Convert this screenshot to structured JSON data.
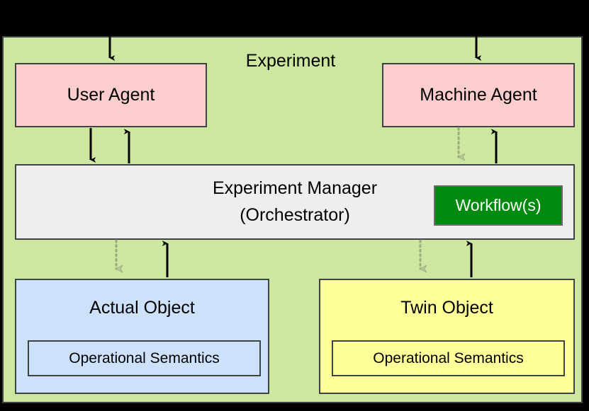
{
  "diagram": {
    "title": "Experiment",
    "container_color": "#cde7a0",
    "border_color": "#3d4445",
    "background_color": "#000000"
  },
  "agents": [
    {
      "id": "user-agent",
      "label": "User Agent",
      "color": "#fccdcd"
    },
    {
      "id": "machine-agent",
      "label": "Machine Agent",
      "color": "#fccdcd"
    }
  ],
  "manager": {
    "line1": "Experiment Manager",
    "line2": "(Orchestrator)",
    "color": "#eeeeee",
    "workflows": {
      "label": "Workflow(s)",
      "color": "#008a0e",
      "text_color": "#ffffff"
    }
  },
  "objects": [
    {
      "id": "actual-object",
      "title": "Actual Object",
      "inner_label": "Operational Semantics",
      "color": "#cde1fa"
    },
    {
      "id": "twin-object",
      "title": "Twin Object",
      "inner_label": "Operational Semantics",
      "color": "#ffff99"
    }
  ],
  "connections": [
    {
      "name": "external-to-user-agent",
      "style": "solid",
      "direction": "down"
    },
    {
      "name": "external-to-machine-agent",
      "style": "solid",
      "direction": "down"
    },
    {
      "name": "user-agent-to-manager",
      "style": "solid",
      "direction": "down"
    },
    {
      "name": "manager-to-user-agent",
      "style": "solid",
      "direction": "up"
    },
    {
      "name": "machine-agent-to-manager",
      "style": "dotted",
      "direction": "down"
    },
    {
      "name": "manager-to-machine-agent",
      "style": "solid",
      "direction": "up"
    },
    {
      "name": "manager-to-actual-object",
      "style": "dotted",
      "direction": "down"
    },
    {
      "name": "actual-object-to-manager",
      "style": "solid",
      "direction": "up"
    },
    {
      "name": "manager-to-twin-object",
      "style": "dotted",
      "direction": "down"
    },
    {
      "name": "twin-object-to-manager",
      "style": "solid",
      "direction": "up"
    }
  ],
  "arrow_colors": {
    "solid": "#000000",
    "dotted": "#9aaa7a"
  }
}
